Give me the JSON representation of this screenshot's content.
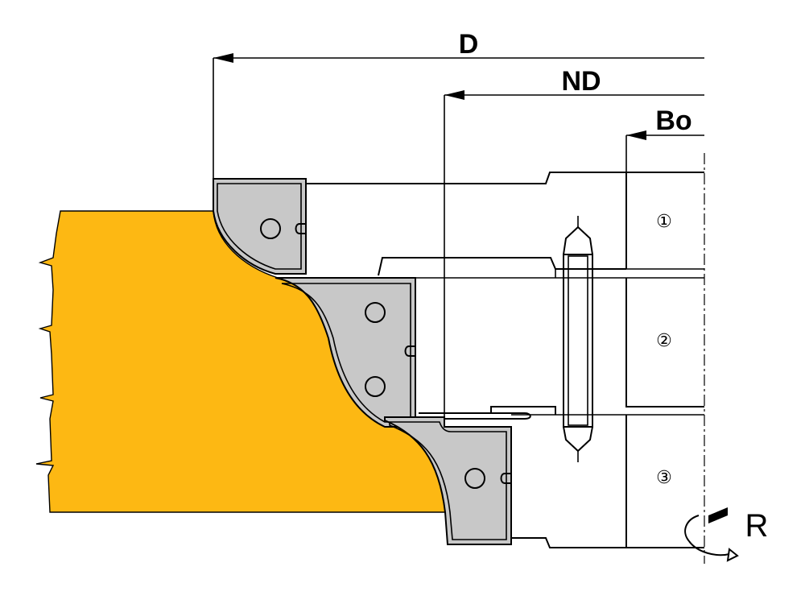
{
  "dimensions": {
    "d_label": "D",
    "nd_label": "ND",
    "bo_label": "Bo"
  },
  "cutters": [
    {
      "number": "①"
    },
    {
      "number": "②"
    },
    {
      "number": "③"
    }
  ],
  "rotation_label": "R",
  "colors": {
    "workpiece": "#fdb813",
    "knife": "#c8c8c8",
    "line": "#000000",
    "background": "#ffffff"
  }
}
